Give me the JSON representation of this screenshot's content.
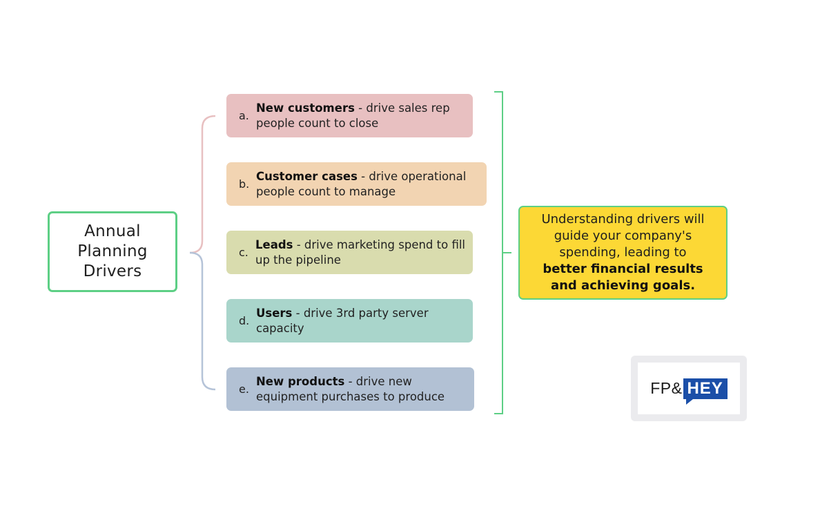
{
  "root": {
    "title": "Annual\nPlanning\nDrivers",
    "border_color": "#5dcf85"
  },
  "drivers": [
    {
      "letter": "a.",
      "bold": "New customers",
      "text": " - drive sales rep people count to close",
      "color": "#e8c0c1",
      "connector_color": "#e8c0c1"
    },
    {
      "letter": "b.",
      "bold": "Customer cases",
      "text": " - drive operational people count to manage",
      "color": "#f2d4b2",
      "connector_color": "#e8c0c1"
    },
    {
      "letter": "c.",
      "bold": "Leads",
      "text": " - drive marketing spend to fill up the pipeline",
      "color": "#d9dcae",
      "connector_color": "#e8c0c1"
    },
    {
      "letter": "d.",
      "bold": "Users",
      "text": " - drive 3rd party server capacity",
      "color": "#a9d5cb",
      "connector_color": "#b5c3d8"
    },
    {
      "letter": "e.",
      "bold": "New products",
      "text": " - drive new equipment purchases to produce",
      "color": "#b2c1d4",
      "connector_color": "#b5c3d8"
    }
  ],
  "summary": {
    "text": "Understanding drivers will guide your company's spending, leading to",
    "bold_text": "better financial results and achieving goals.",
    "background": "#fcd835",
    "border_color": "#5dcf85"
  },
  "bracket_color": "#5dcf85",
  "logo": {
    "left_text": "FP&",
    "right_text": "HEY",
    "brand_color": "#1b4fa8"
  }
}
